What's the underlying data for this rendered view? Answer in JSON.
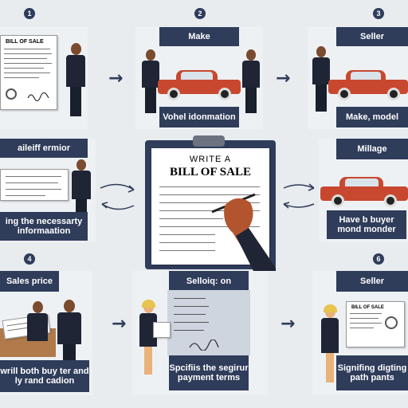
{
  "steps": [
    {
      "number": "1",
      "label": "",
      "caption": ""
    },
    {
      "number": "2",
      "label": "Make",
      "caption": "Vohel idonmation"
    },
    {
      "number": "3",
      "label": "Seller",
      "caption": "Make, model"
    },
    {
      "number": "",
      "label": "aileiff ermior",
      "caption": "ing the necessarty informaation"
    },
    {
      "number": "",
      "label": "Millage",
      "caption": "Have b buyer mond monder"
    },
    {
      "number": "4",
      "label": "Sales price",
      "caption": "wrill both buy ter and ly rand cadion"
    },
    {
      "number": "",
      "label": "Selloiq: on",
      "caption": "Spcifiis the segirur payment terms"
    },
    {
      "number": "6",
      "label": "Seller",
      "caption": "Signifing digting path pants"
    }
  ],
  "center": {
    "line1": "WRITE A",
    "line2": "BILL OF SALE"
  },
  "doc1_title": "BILL OF SALE",
  "doc8_title": "BILL OF SALE",
  "colors": {
    "navy": "#2f3c5a",
    "car_red": "#c8482f",
    "background": "#e9ecef"
  }
}
